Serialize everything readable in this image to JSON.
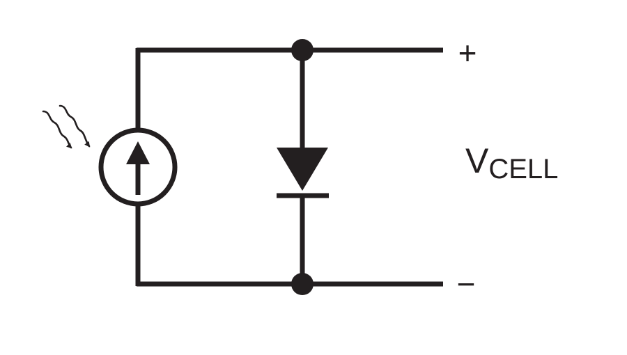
{
  "diagram": {
    "labels": {
      "positive_terminal": "+",
      "negative_terminal": "−",
      "voltage_main": "V",
      "voltage_subscript": "CELL"
    },
    "colors": {
      "line": "#231f20",
      "background": "#ffffff"
    },
    "components": [
      "current-source",
      "diode",
      "light-rays"
    ]
  }
}
